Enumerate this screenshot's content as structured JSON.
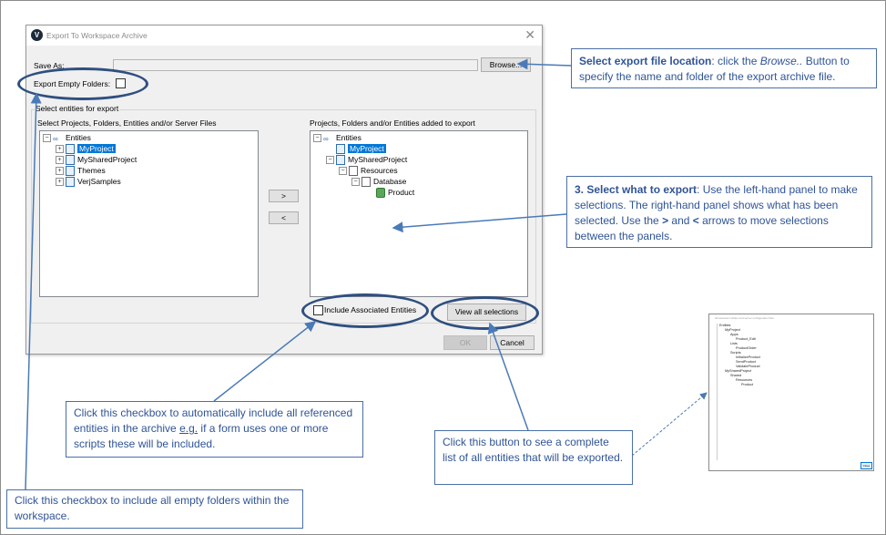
{
  "dialog": {
    "title": "Export To Workspace Archive",
    "save_as_label": "Save As:",
    "browse_label": "Browse...",
    "export_empty_folders_label": "Export Empty Folders:",
    "group_label": "Select entities for export",
    "left_panel_label": "Select Projects, Folders, Entities and/or Server Files",
    "right_panel_label": "Projects, Folders and/or Entities added to export",
    "add_label": ">",
    "remove_label": "<",
    "include_associated_label": "Include Associated Entities",
    "view_all_label": "View all selections",
    "ok_label": "OK",
    "cancel_label": "Cancel",
    "left_tree": {
      "root": "Entities",
      "items": [
        "MyProject",
        "MySharedProject",
        "Themes",
        "VerjSamples"
      ]
    },
    "right_tree": {
      "root": "Entities",
      "project1": "MyProject",
      "project2": "MySharedProject",
      "folder1": "Resources",
      "folder2": "Database",
      "entity": "Product"
    }
  },
  "callouts": {
    "browse": {
      "bold": "Select export file location",
      "t1": ": click the ",
      "italic": "Browse..",
      "t2": " Button to specify the name and folder of the export archive file."
    },
    "select": {
      "bold1": "3. Select what to export",
      "t1": ": Use the left-hand panel to make selections. The right-hand panel shows what has been selected. Use the ",
      "gt": ">",
      "t2": " and ",
      "lt": "<",
      "t3": " arrows to move selections between the panels."
    },
    "associated": {
      "t1": "Click this checkbox to automatically include all referenced entities in the archive ",
      "eg": "e.g.",
      "t2": " if a form uses one or more scripts these will be included."
    },
    "view_all": "Click this button to see a complete list of all entities that will be exported.",
    "empty_folders": "Click this checkbox to include all empty folders within the workspace."
  },
  "thumbnail": {
    "title": "All selected entities and server configuration files",
    "rows": [
      "Entities",
      "MyProject",
      "Apps",
      "Product_Edit",
      "Lists",
      "ProductOrder",
      "Scripts",
      "InitializeProduct",
      "SendProduct",
      "ValidateProduct",
      "MySharedProject",
      "Shared",
      "Resources",
      "Product"
    ],
    "button": "Close"
  },
  "colors": {
    "accent": "#2f4f7f",
    "callout_text": "#2f5496",
    "selection": "#0078d7"
  }
}
